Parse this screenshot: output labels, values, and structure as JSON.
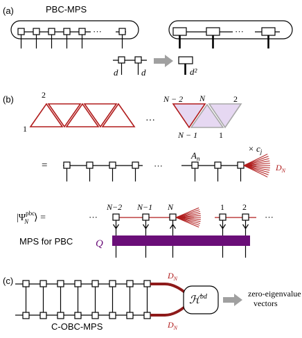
{
  "panel_a": {
    "label": "(a)",
    "title": "PBC-MPS",
    "ellipsis": "···",
    "d_left": "d",
    "d_right": "d",
    "d_squared": "d²"
  },
  "panel_b": {
    "label": "(b)",
    "tri_label_2": "2",
    "tri_label_1": "1",
    "tri_label_n_minus_2": "N − 2",
    "tri_label_n": "N",
    "tri_label_2b": "2",
    "tri_label_n_minus_1": "N − 1",
    "tri_label_1b": "1",
    "ellipsis": "···",
    "equals": "=",
    "an_label": "A",
    "an_sub": "n",
    "times_cj": "× c",
    "cj_sub": "j",
    "dn_label": "D",
    "dn_sub": "N",
    "psi_label": "|Ψ",
    "psi_sup": "pbc",
    "psi_sub": "N",
    "psi_close": "⟩ =",
    "row3_n_minus_2": "N−2",
    "row3_n_minus_1": "N−1",
    "row3_n": "N",
    "row3_1": "1",
    "row3_2": "2",
    "mps_for_pbc": "MPS for PBC",
    "q_label": "Q"
  },
  "panel_c": {
    "label": "(c)",
    "dn_top": "D",
    "dn_top_sub": "N",
    "dn_bottom": "D",
    "dn_bottom_sub": "N",
    "h_label": "ℋ",
    "h_sup": "bd",
    "zero_eig_line1": "zero-eigenvalue",
    "zero_eig_line2": "vectors",
    "cobc_label": "C-OBC-MPS"
  },
  "colors": {
    "line": "#000000",
    "red": "#b01c1c",
    "purple": "#6a0e78",
    "lavender": "#e6d8f2",
    "grey_triangle": "#a8a8a8",
    "arrow_grey": "#a0a0a0"
  }
}
